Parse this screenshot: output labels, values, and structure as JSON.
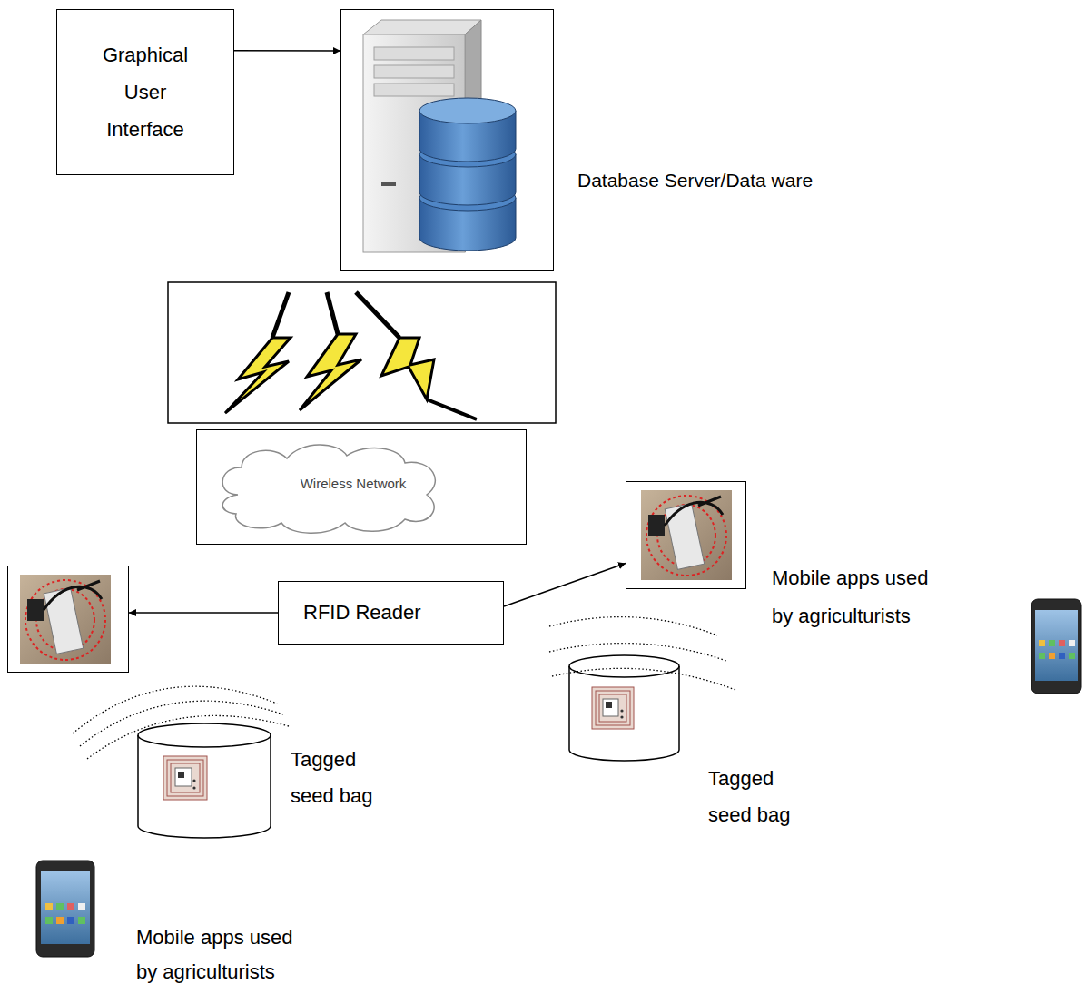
{
  "diagram": {
    "nodes": [
      {
        "text": [
          "Graphical User Interface"
        ]
      },
      {
        "text": [
          "Database Server/Data ware"
        ]
      },
      {
        "text": [
          "Wireless Network"
        ]
      },
      {
        "text": []
      },
      {
        "text": []
      },
      {
        "text": [
          "RFID Reader"
        ]
      },
      {
        "text": [
          "Tagged seed bag"
        ]
      },
      {
        "text": [
          "Tagged seed bag"
        ]
      }
    ],
    "edges": [
      {
        "from": 0,
        "to": 1,
        "arrow": "to"
      },
      {
        "from": 5,
        "to": 4,
        "arrow": "to"
      },
      {
        "from": 5,
        "to": 3,
        "arrow": "to"
      }
    ],
    "labels": [
      "Mobile apps used by agriculturists",
      "Mobile apps used by agriculturists"
    ]
  }
}
